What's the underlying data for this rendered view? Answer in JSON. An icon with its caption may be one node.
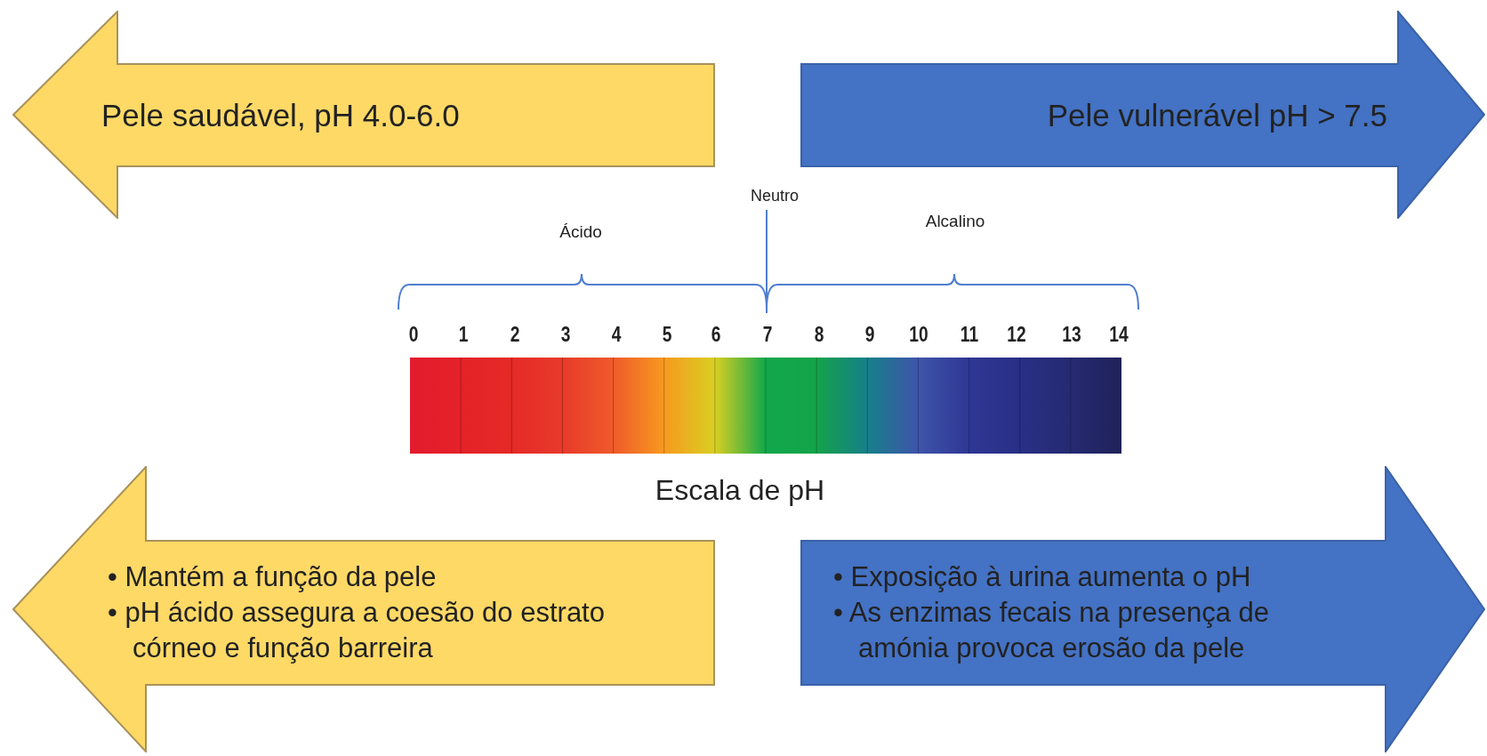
{
  "diagram": {
    "nodes": [
      {
        "text": [
          "Pele saudável, pH 4.0-6.0"
        ]
      },
      {
        "text": [
          "Pele vulnerável pH > 7.5"
        ]
      },
      {
        "text": [
          "• Mantém a função da pele",
          "• pH ácido assegura a coesão do estrato córneo e função barreira"
        ]
      },
      {
        "text": [
          "• Exposição à urina aumenta o pH",
          "• As enzimas fecais na presença de amónia provoca erosão da pele"
        ]
      }
    ],
    "labels": [
      "Neutro",
      "Ácido",
      "Alcalino",
      "0",
      "1",
      "2",
      "3",
      "4",
      "5",
      "6",
      "7",
      "8",
      "9",
      "10",
      "11",
      "12",
      "13",
      "14",
      "Escala de pH"
    ]
  }
}
